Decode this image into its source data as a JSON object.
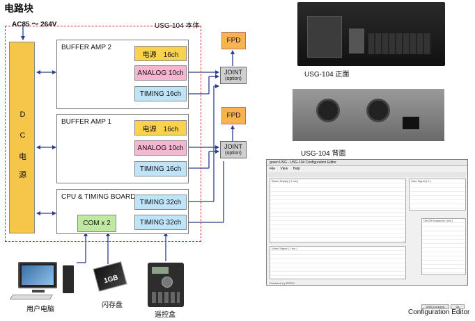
{
  "title": "电路块",
  "power_input": "AC85 ～ 264V",
  "body_name": "USG-104 本体",
  "dc_supply": {
    "chars": [
      "D",
      "C",
      "电",
      "源"
    ]
  },
  "boards": [
    {
      "name": "BUFFER AMP 2",
      "modules": [
        "电源　16ch",
        "ANALOG 10ch",
        "TIMING 16ch"
      ]
    },
    {
      "name": "BUFFER AMP 1",
      "modules": [
        "电源　16ch",
        "ANALOG 10ch",
        "TIMING 16ch"
      ]
    },
    {
      "name": "CPU & TIMING BOARD",
      "modules": [
        "TIMING 32ch",
        "TIMING 32ch"
      ],
      "com": "COM x 2"
    }
  ],
  "fpd_label": "FPD",
  "joint_label": "JOINT",
  "joint_sub": "(option)",
  "devices": {
    "pc": "用户电脑",
    "flash": "闪存盘",
    "remote": "遥控盒",
    "flash_card_text": "1GB"
  },
  "photos": {
    "front_caption": "USG-104 正面",
    "back_caption": "USG-104 背面"
  },
  "editor": {
    "caption": "Configuration Editor",
    "window_title": "green.USG - USG-104 Configuration Editor",
    "menu": [
      "File",
      "View",
      "Help"
    ],
    "sections": [
      "Board Supply [ 1 ms ]",
      "Video Signal [ 1 ms ]",
      "User Signal [ 1 ]",
      "On/Off Sequence [ ms ]"
    ],
    "footer": "Produced by PROCI",
    "button_connect": "USB (Connect)",
    "button_ok": "Ok"
  },
  "colors": {
    "arrow": "#2b3d8f",
    "dc": "#f5c64a",
    "boundary": "#d42a2a"
  }
}
